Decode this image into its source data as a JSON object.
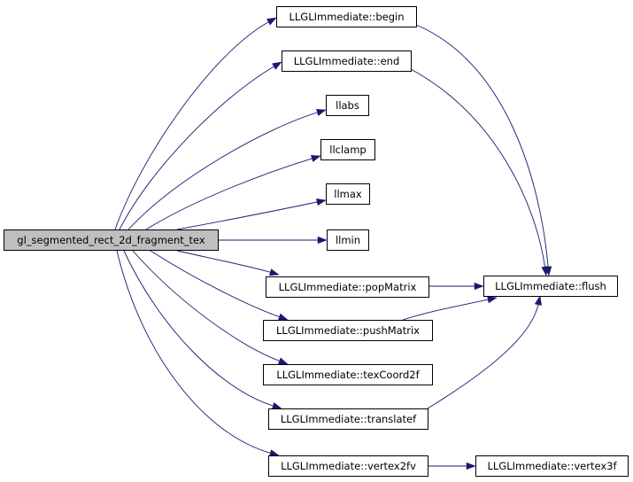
{
  "graph": {
    "colors": {
      "edge": "#191970",
      "root_fill": "#bfbfbf",
      "node_fill": "#ffffff",
      "border": "#000000"
    },
    "nodes": [
      {
        "id": "root",
        "label": "gl_segmented_rect_2d_fragment_tex",
        "role": "root"
      },
      {
        "id": "begin",
        "label": "LLGLImmediate::begin"
      },
      {
        "id": "end",
        "label": "LLGLImmediate::end"
      },
      {
        "id": "llabs",
        "label": "llabs"
      },
      {
        "id": "llclamp",
        "label": "llclamp"
      },
      {
        "id": "llmax",
        "label": "llmax"
      },
      {
        "id": "llmin",
        "label": "llmin"
      },
      {
        "id": "popMatrix",
        "label": "LLGLImmediate::popMatrix"
      },
      {
        "id": "pushMatrix",
        "label": "LLGLImmediate::pushMatrix"
      },
      {
        "id": "texCoord2f",
        "label": "LLGLImmediate::texCoord2f"
      },
      {
        "id": "translatef",
        "label": "LLGLImmediate::translatef"
      },
      {
        "id": "vertex2fv",
        "label": "LLGLImmediate::vertex2fv"
      },
      {
        "id": "flush",
        "label": "LLGLImmediate::flush"
      },
      {
        "id": "vertex3f",
        "label": "LLGLImmediate::vertex3f"
      }
    ],
    "edges": [
      {
        "from": "root",
        "to": "begin"
      },
      {
        "from": "root",
        "to": "end"
      },
      {
        "from": "root",
        "to": "llabs"
      },
      {
        "from": "root",
        "to": "llclamp"
      },
      {
        "from": "root",
        "to": "llmax"
      },
      {
        "from": "root",
        "to": "llmin"
      },
      {
        "from": "root",
        "to": "popMatrix"
      },
      {
        "from": "root",
        "to": "pushMatrix"
      },
      {
        "from": "root",
        "to": "texCoord2f"
      },
      {
        "from": "root",
        "to": "translatef"
      },
      {
        "from": "root",
        "to": "vertex2fv"
      },
      {
        "from": "begin",
        "to": "flush"
      },
      {
        "from": "end",
        "to": "flush"
      },
      {
        "from": "popMatrix",
        "to": "flush"
      },
      {
        "from": "pushMatrix",
        "to": "flush"
      },
      {
        "from": "translatef",
        "to": "flush"
      },
      {
        "from": "vertex2fv",
        "to": "vertex3f"
      }
    ]
  }
}
